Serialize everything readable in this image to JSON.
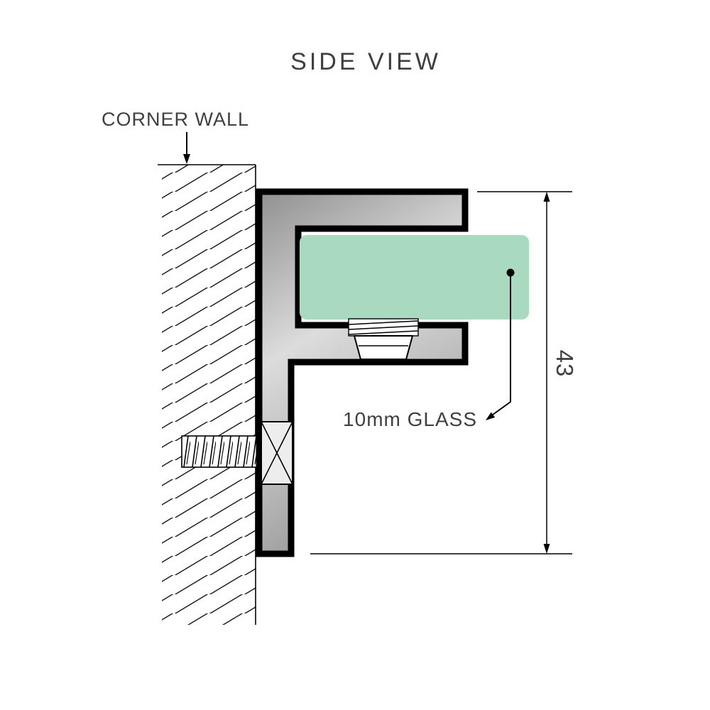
{
  "title": "SIDE VIEW",
  "labels": {
    "corner_wall": "CORNER WALL",
    "glass": "10mm GLASS",
    "dimension": "43"
  },
  "colors": {
    "text": "#3f3f3f",
    "line": "#000000",
    "glass_fill": "#a9d9bf",
    "metal_light": "#dcdcdc",
    "metal_mid": "#8f8f8f",
    "metal_dark": "#7a7a7a"
  }
}
